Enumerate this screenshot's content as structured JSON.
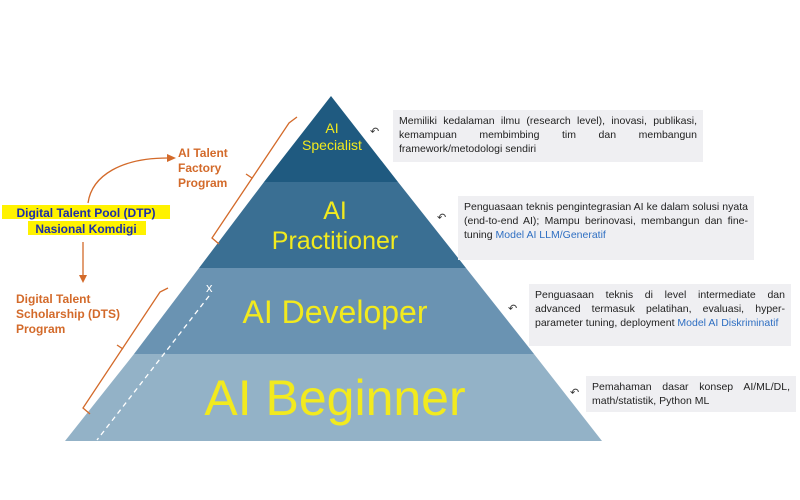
{
  "levels": {
    "specialist": {
      "label_line1": "AI",
      "label_line2": "Specialist",
      "desc": "Memiliki kedalaman ilmu (research level), inovasi, publikasi, kemampuan membimbing tim dan membangun framework/metodologi sendiri",
      "desc_highlight": ""
    },
    "practitioner": {
      "label_line1": "AI",
      "label_line2": "Practitioner",
      "desc": "Penguasaan teknis pengintegrasian AI ke dalam solusi nyata (end-to-end AI); Mampu berinovasi, membangun dan fine-tuning",
      "desc_highlight": "Model AI LLM/Generatif"
    },
    "developer": {
      "label": "AI Developer",
      "desc": "Penguasaan teknis di level intermediate dan advanced termasuk pelatihan, evaluasi, hyper-parameter tuning, deployment",
      "desc_highlight": "Model AI Diskriminatif"
    },
    "beginner": {
      "label": "AI Beginner",
      "desc": "Pemahaman dasar konsep AI/ML/DL, math/statistik, Python ML",
      "desc_highlight": ""
    }
  },
  "programs": {
    "factory_line1": "AI Talent",
    "factory_line2": "Factory",
    "factory_line3": "Program",
    "dts_line1": "Digital Talent",
    "dts_line2": "Scholarship (DTS)",
    "dts_line3": "Program",
    "pool_line1": "Digital Talent Pool (DTP)",
    "pool_line2": "Nasional Komdigi"
  },
  "marker": "x",
  "undo_icon": "↶",
  "colors": {
    "tier1": "#1f5a80",
    "tier2": "#3a6f93",
    "tier3": "#6a93b2",
    "tier4": "#93b2c7",
    "label": "#f2ea1e",
    "orange": "#d36a2a",
    "highlight_bg": "#fff200",
    "pool_text": "#1c2ea8"
  }
}
